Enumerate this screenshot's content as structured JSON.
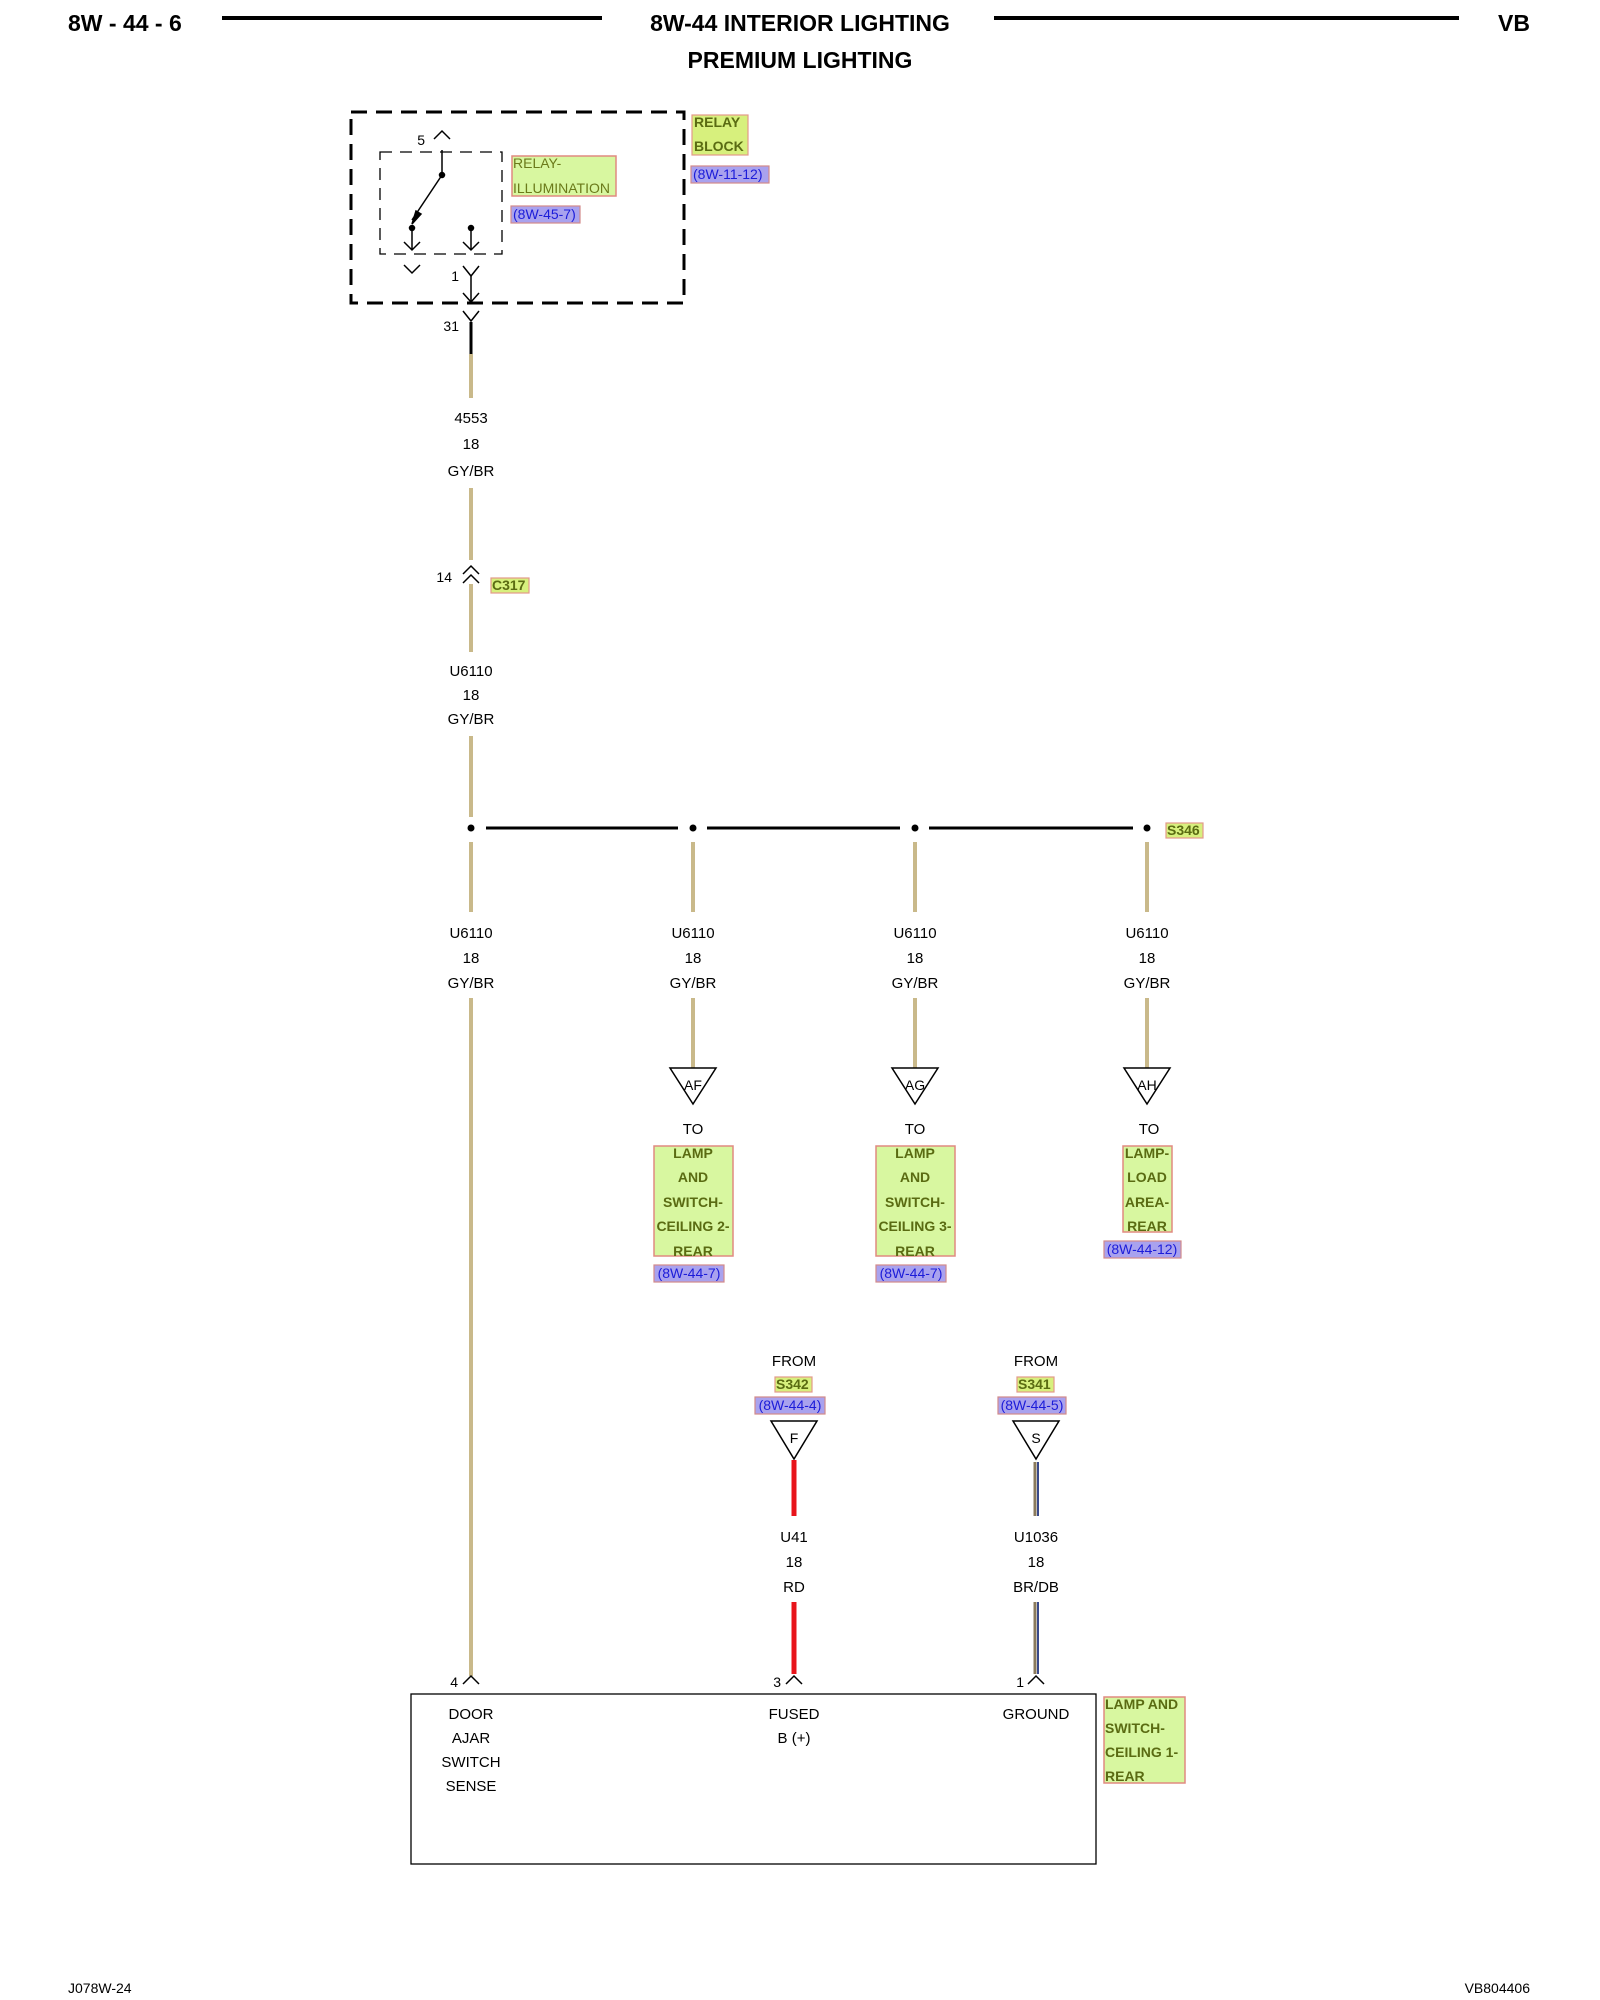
{
  "header": {
    "page_number": "8W - 44 - 6",
    "title": "8W-44 INTERIOR LIGHTING",
    "subtitle": "PREMIUM LIGHTING",
    "model": "VB"
  },
  "relay_block": {
    "name_line1": "RELAY",
    "name_line2": "BLOCK",
    "ref": "(8W-11-12)",
    "relay_line1": "RELAY-",
    "relay_line2": "ILLUMINATION",
    "relay_ref": "(8W-45-7)",
    "pin_5": "5",
    "pin_1": "1",
    "pin_31": "31"
  },
  "wire_4553": {
    "circuit": "4553",
    "gauge": "18",
    "color": "GY/BR"
  },
  "connector_c317": {
    "pin": "14",
    "name": "C317"
  },
  "wire_u6110_main": {
    "circuit": "U6110",
    "gauge": "18",
    "color": "GY/BR"
  },
  "splice": {
    "name": "S346"
  },
  "branches": [
    {
      "circuit": "U6110",
      "gauge": "18",
      "color": "GY/BR"
    },
    {
      "circuit": "U6110",
      "gauge": "18",
      "color": "GY/BR",
      "connector": "AF",
      "to": "TO",
      "dest": [
        "LAMP",
        "AND",
        "SWITCH-",
        "CEILING 2-",
        "REAR"
      ],
      "ref": "(8W-44-7)"
    },
    {
      "circuit": "U6110",
      "gauge": "18",
      "color": "GY/BR",
      "connector": "AG",
      "to": "TO",
      "dest": [
        "LAMP",
        "AND",
        "SWITCH-",
        "CEILING 3-",
        "REAR"
      ],
      "ref": "(8W-44-7)"
    },
    {
      "circuit": "U6110",
      "gauge": "18",
      "color": "GY/BR",
      "connector": "AH",
      "to": "TO",
      "dest": [
        "LAMP-",
        "LOAD",
        "AREA-",
        "REAR"
      ],
      "ref": "(8W-44-12)"
    }
  ],
  "feeds": [
    {
      "from": "FROM",
      "splice": "S342",
      "ref": "(8W-44-4)",
      "connector": "F",
      "circuit": "U41",
      "gauge": "18",
      "color": "RD",
      "pin": "3",
      "wire_color": "#e8141b"
    },
    {
      "from": "FROM",
      "splice": "S341",
      "ref": "(8W-44-5)",
      "connector": "S",
      "circuit": "U1036",
      "gauge": "18",
      "color": "BR/DB",
      "pin": "1",
      "wire_color": "#5b4b3a"
    }
  ],
  "component": {
    "pin_4": "4",
    "sense_label": [
      "DOOR",
      "AJAR",
      "SWITCH",
      "SENSE"
    ],
    "fused_label": [
      "FUSED",
      "B (+)"
    ],
    "ground_label": "GROUND",
    "name": [
      "LAMP AND",
      "SWITCH-",
      "CEILING 1-",
      "REAR"
    ]
  },
  "footer": {
    "left": "J078W-24",
    "right": "VB804406"
  },
  "colors": {
    "wire_gy_br": "#c9b98a",
    "wire_rd": "#e8141b",
    "wire_br_db": "#5b4b3a",
    "highlight_green": "#d8f7a0",
    "highlight_purple": "#a9a2ee"
  }
}
